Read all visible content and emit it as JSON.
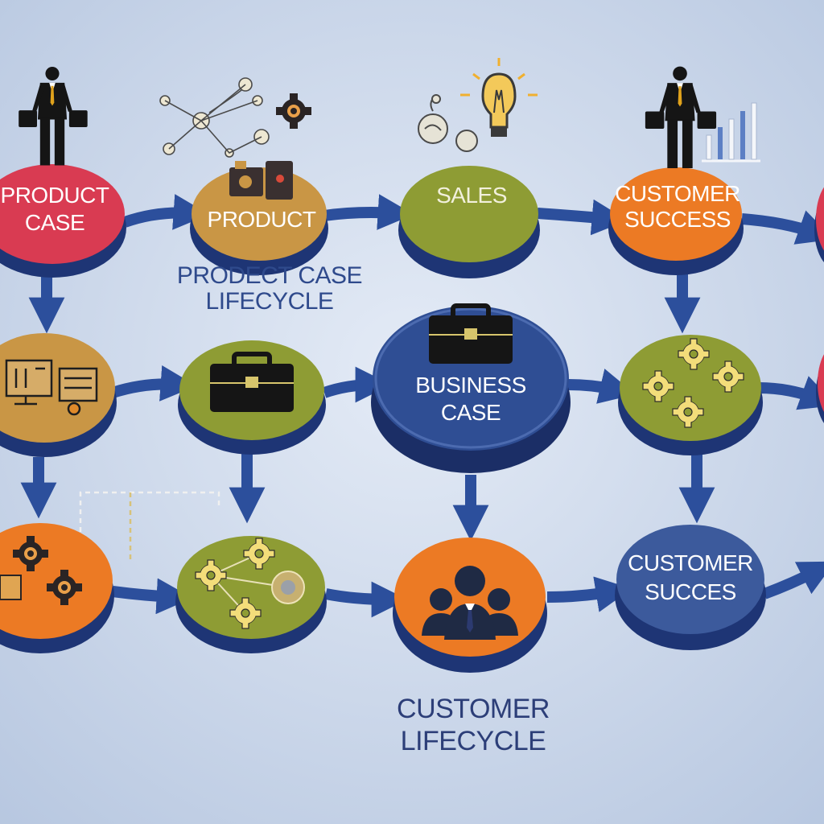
{
  "colors": {
    "red": "#D93B52",
    "tan": "#C99645",
    "olive": "#8E9C34",
    "orange": "#EC7A24",
    "navy": "#2F4E94",
    "arrow": "#2C4F9C",
    "caption": "#2C3E78"
  },
  "nodes": {
    "product_case": {
      "line1": "PRODUCT",
      "line2": "CASE"
    },
    "product": {
      "label": "PRODUCT"
    },
    "sales": {
      "label": "SALES"
    },
    "customer_success_top": {
      "line1": "CUSTOMER",
      "line2": "SUCCESS"
    },
    "business_case": {
      "line1": "BUSINESS",
      "line2": "CASE"
    },
    "customer_success_bottom": {
      "line1": "CUSTOMER",
      "line2": "SUCCES"
    }
  },
  "captions": {
    "product_case_lifecycle": {
      "line1": "PRODECT CASE",
      "line2": "LIFECYCLE"
    },
    "customer_lifecycle": {
      "line1": "CUSTOMER",
      "line2": "LIFECYCLE"
    }
  }
}
